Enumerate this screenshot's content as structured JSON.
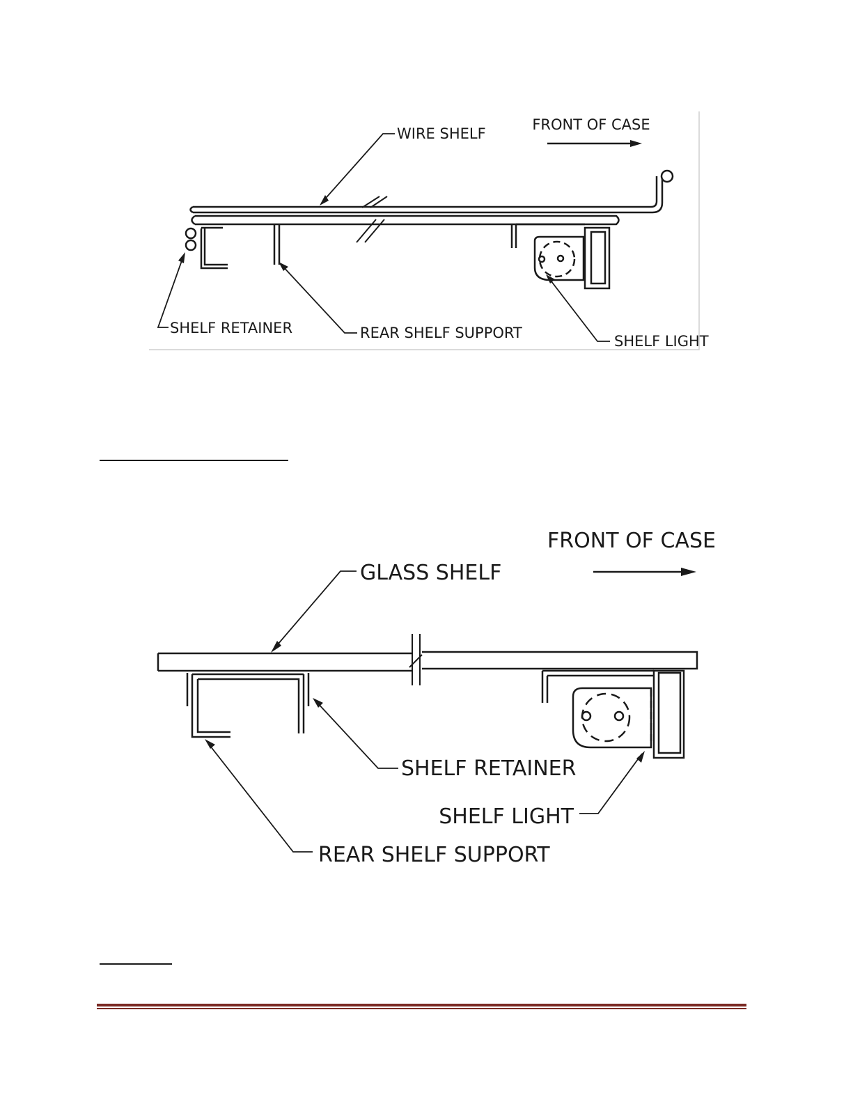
{
  "figure1": {
    "labels": {
      "front_of_case": "FRONT OF CASE",
      "wire_shelf": "WIRE SHELF",
      "shelf_retainer": "SHELF RETAINER",
      "rear_shelf_support": "REAR SHELF SUPPORT",
      "shelf_light": "SHELF LIGHT"
    }
  },
  "figure2": {
    "labels": {
      "front_of_case": "FRONT OF CASE",
      "glass_shelf": "GLASS SHELF",
      "shelf_retainer": "SHELF RETAINER",
      "shelf_light": "SHELF LIGHT",
      "rear_shelf_support": "REAR SHELF SUPPORT"
    }
  },
  "colors": {
    "ink": "#1a1a1a",
    "footer_rule": "#7a2a24",
    "figure_frame": "#cfcfcf"
  }
}
